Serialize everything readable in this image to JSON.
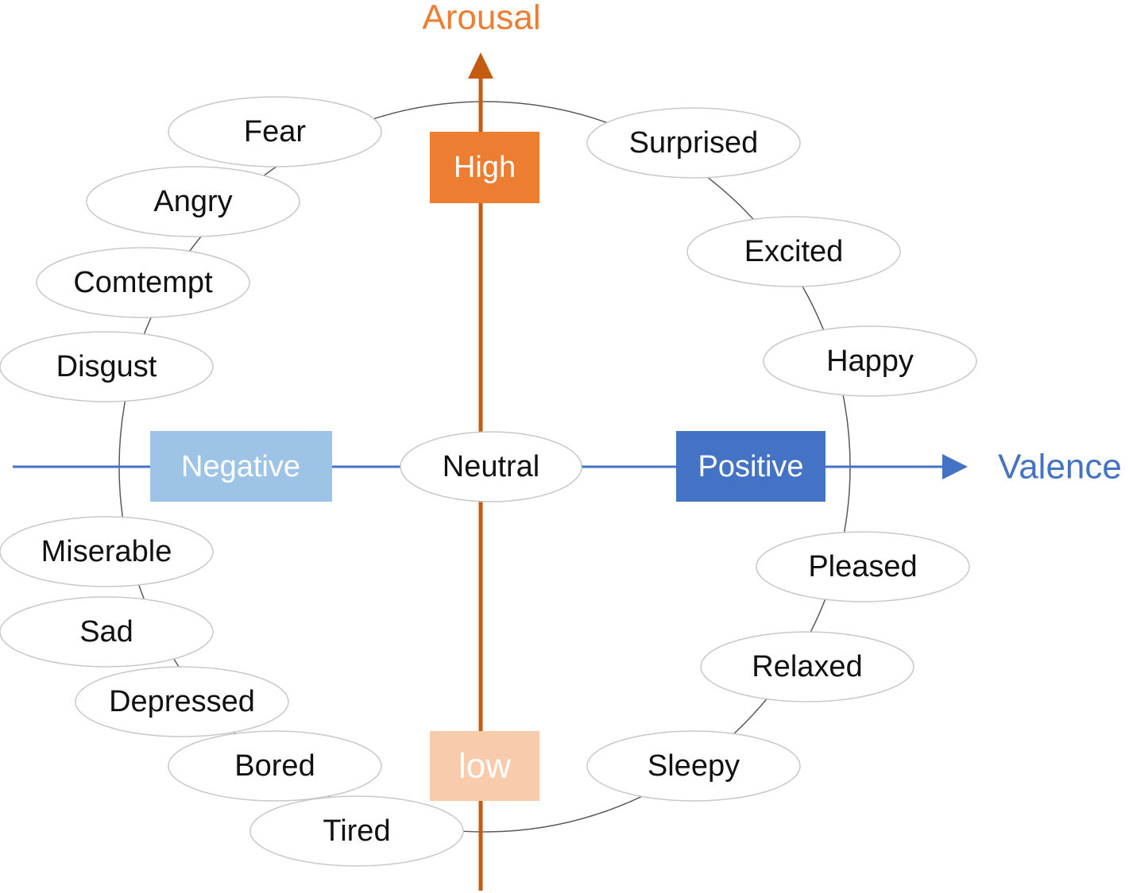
{
  "axes": {
    "vertical": {
      "title": "Arousal",
      "high_label": "High",
      "low_label": "low"
    },
    "horizontal": {
      "title": "Valence",
      "negative_label": "Negative",
      "positive_label": "Positive"
    },
    "center_label": "Neutral"
  },
  "emotions": {
    "fear": "Fear",
    "angry": "Angry",
    "contempt": "Comtempt",
    "disgust": "Disgust",
    "miserable": "Miserable",
    "sad": "Sad",
    "depressed": "Depressed",
    "bored": "Bored",
    "tired": "Tired",
    "surprised": "Surprised",
    "excited": "Excited",
    "happy": "Happy",
    "pleased": "Pleased",
    "relaxed": "Relaxed",
    "sleepy": "Sleepy"
  },
  "colors": {
    "arousal_axis": "#C55A11",
    "arousal_title": "#ED7D31",
    "high_box": "#ED7D31",
    "low_box": "#F8CBAD",
    "valence_axis": "#4472C4",
    "negative_box": "#9DC3E6",
    "positive_box": "#4472C4",
    "circle": "#595959",
    "ellipse_stroke": "#C8C8C8"
  }
}
